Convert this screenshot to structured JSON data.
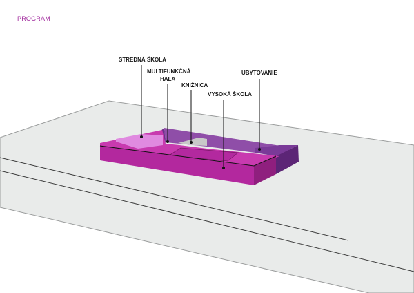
{
  "title": "PROGRAM",
  "colors": {
    "title": "#a0289c",
    "ground": "#e9ebea",
    "ground_stroke": "#9a9c9c",
    "road_line": "#3a3a3a",
    "magenta_top": "#c83aaf",
    "magenta_front": "#b3289e",
    "magenta_side": "#8f1f7e",
    "violet_top": "#8f4ea8",
    "violet_wall": "#6e2f8c",
    "violet_side": "#5c2576",
    "pink_void": "#e08ae0",
    "gray_void": "#c8c8c8"
  },
  "labels": {
    "stredna_skola": "STREDNÁ ŠKOLA",
    "multifunkcna_line1": "MULTIFUNKČNÁ",
    "multifunkcna_line2": "HALA",
    "kniznica": "KNIŽNICA",
    "vysoka_skola": "VYSOKÁ ŠKOLA",
    "ubytovanie": "UBYTOVANIE"
  }
}
